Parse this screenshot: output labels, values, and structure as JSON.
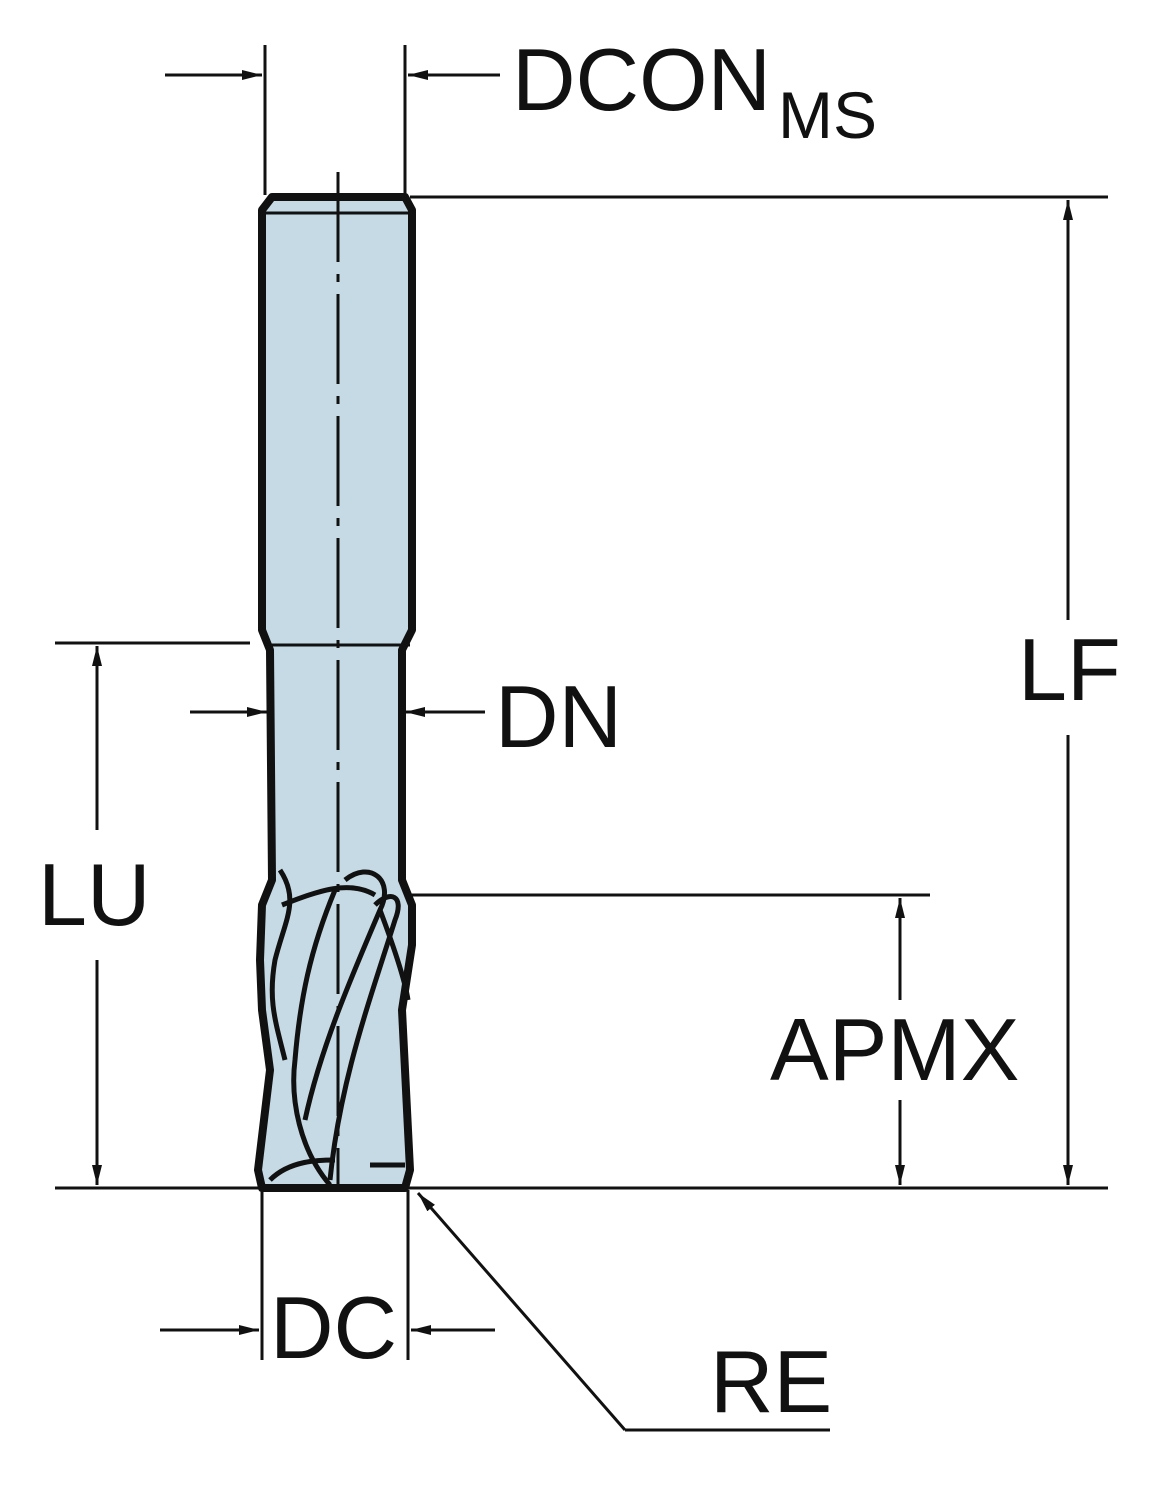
{
  "diagram": {
    "colors": {
      "tool_body": "#c5dae4",
      "line": "#111111"
    },
    "labels": {
      "dcon": "DCON",
      "dcon_sub": "MS",
      "dn": "DN",
      "lf": "LF",
      "lu": "LU",
      "apmx": "APMX",
      "dc": "DC",
      "re": "RE"
    }
  }
}
